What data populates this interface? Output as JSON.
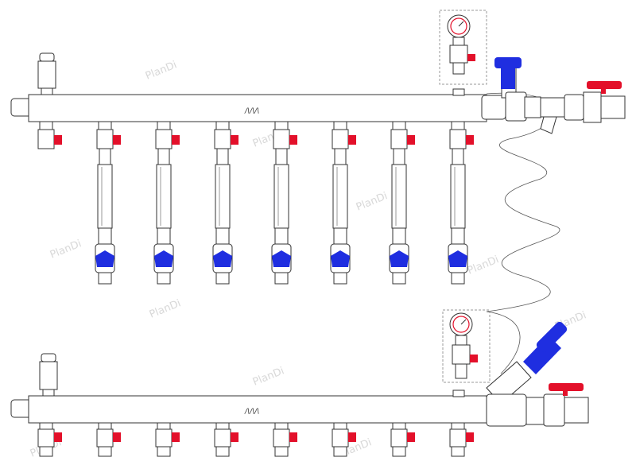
{
  "diagram": {
    "watermark_text": "PlanDi",
    "brand_mark": "/\\/\\/\\",
    "colors": {
      "red_handle": "#e3102a",
      "blue_valve": "#1f2ee0",
      "outline": "#333333",
      "body": "#ffffff",
      "watermark": "#d8d8d8",
      "dashed_box": "#999999"
    },
    "supply_manifold": {
      "outlet_count": 8,
      "outlet_handle": "red",
      "flowmeter_count": 7,
      "flowmeter_valve": "blue"
    },
    "return_manifold": {
      "outlet_count": 8,
      "outlet_handle": "red"
    },
    "pump_group": {
      "gauges": 2,
      "balancing_valves": 2,
      "ball_valves": 2,
      "strainer": 1,
      "capillary_tube": 1
    }
  }
}
